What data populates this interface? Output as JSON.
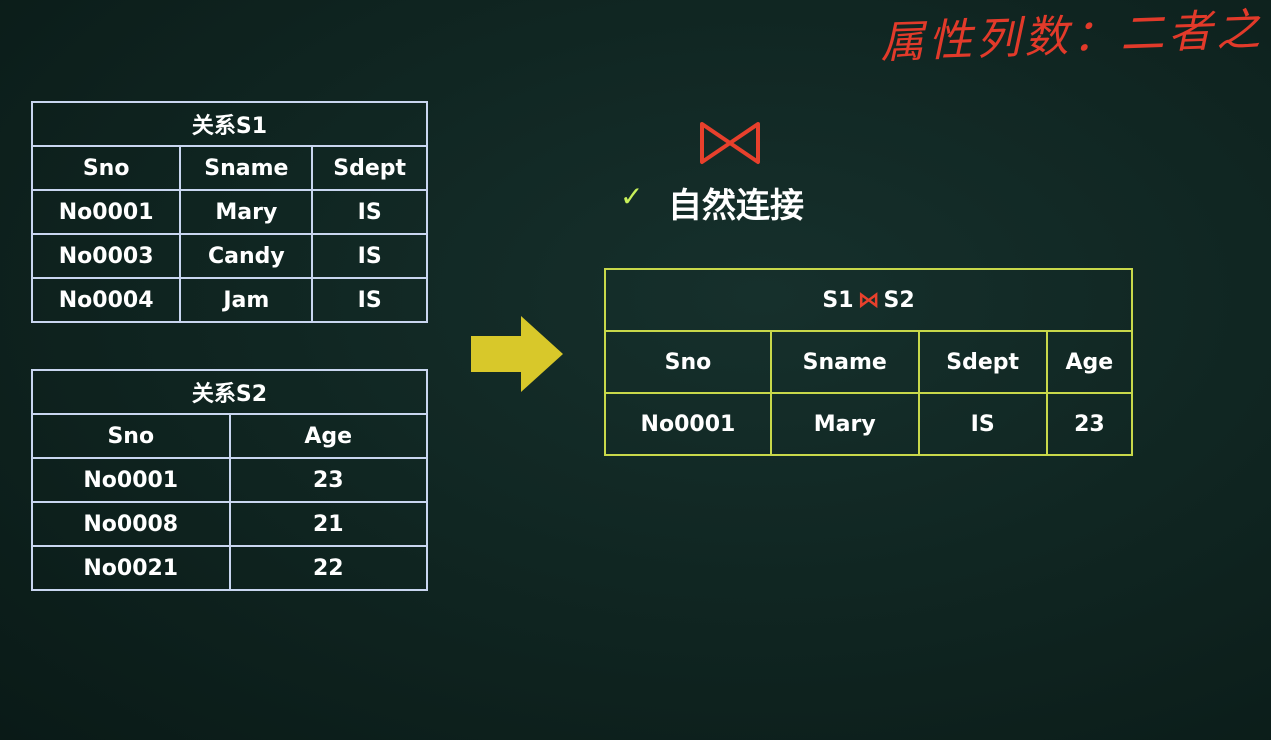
{
  "handwriting": "属性列数：二者之",
  "s1": {
    "caption": "关系S1",
    "headers": [
      "Sno",
      "Sname",
      "Sdept"
    ],
    "rows": [
      [
        "No0001",
        "Mary",
        "IS"
      ],
      [
        "No0003",
        "Candy",
        "IS"
      ],
      [
        "No0004",
        "Jam",
        "IS"
      ]
    ]
  },
  "s2": {
    "caption": "关系S2",
    "headers": [
      "Sno",
      "Age"
    ],
    "rows": [
      [
        "No0001",
        "23"
      ],
      [
        "No0008",
        "21"
      ],
      [
        "No0021",
        "22"
      ]
    ]
  },
  "join": {
    "symbol": "⋈",
    "check": "✓",
    "title": "自然连接"
  },
  "result": {
    "caption_left": "S1",
    "caption_symbol": "⋈",
    "caption_right": "S2",
    "headers": [
      "Sno",
      "Sname",
      "Sdept",
      "Age"
    ],
    "rows": [
      [
        "No0001",
        "Mary",
        "IS",
        "23"
      ]
    ]
  },
  "colors": {
    "table_border": "#c9d6f0",
    "result_border": "#c8d84a",
    "arrow": "#d8c82a",
    "accent_red": "#e8402c",
    "check": "#c8f05a"
  }
}
